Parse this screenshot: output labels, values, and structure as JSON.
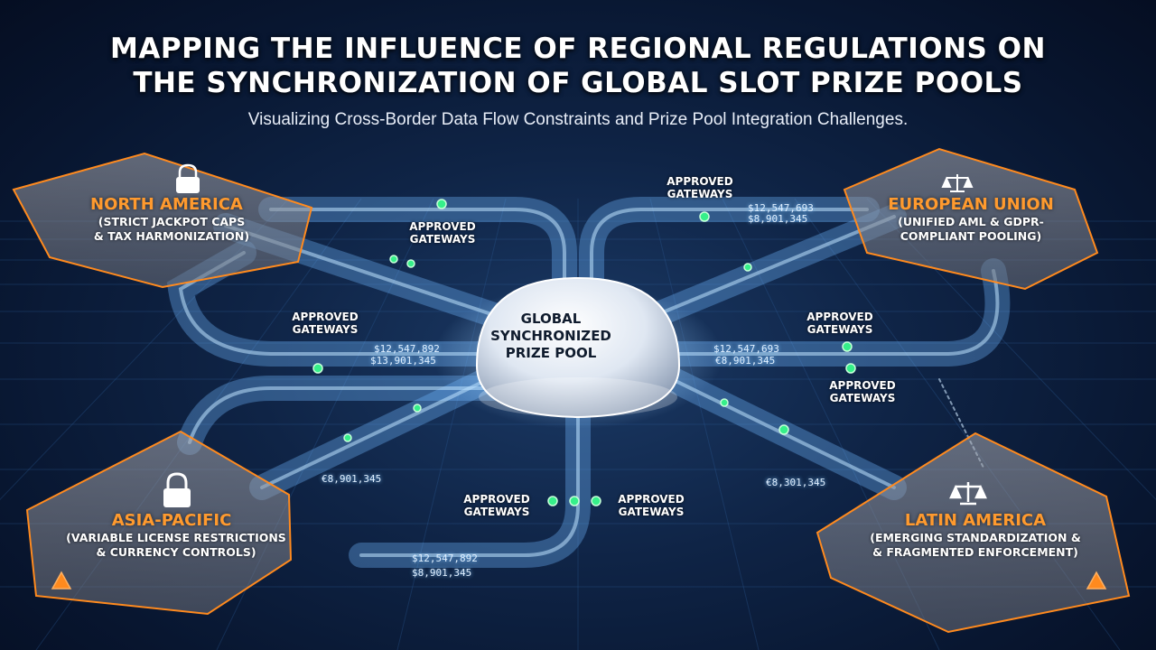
{
  "title_line1": "MAPPING THE INFLUENCE OF REGIONAL REGULATIONS ON",
  "title_line2": "THE SYNCHRONIZATION OF GLOBAL SLOT PRIZE POOLS",
  "subtitle": "Visualizing Cross-Border Data Flow Constraints and Prize Pool Integration Challenges.",
  "hub": {
    "line1": "GLOBAL",
    "line2": "SYNCHRONIZED",
    "line3": "PRIZE POOL"
  },
  "regions": {
    "north_america": {
      "name": "NORTH AMERICA",
      "desc1": "(STRICT JACKPOT CAPS",
      "desc2": "& TAX HARMONIZATION)",
      "icon": "lock-icon"
    },
    "european_union": {
      "name": "EUROPEAN UNION",
      "desc1": "(UNIFIED AML & GDPR-",
      "desc2": "COMPLIANT POOLING)",
      "icon": "scales-icon"
    },
    "asia_pacific": {
      "name": "ASIA-PACIFIC",
      "desc1": "(VARIABLE LICENSE RESTRICTIONS",
      "desc2": "& CURRENCY CONTROLS)",
      "icon": "lock-icon"
    },
    "latin_america": {
      "name": "LATIN AMERICA",
      "desc1": "(EMERGING STANDARDIZATION &",
      "desc2": "& FRAGMENTED ENFORCEMENT)",
      "icon": "scales-icon"
    }
  },
  "gateway": {
    "line1": "APPROVED",
    "line2": "GATEWAYS"
  },
  "streams": {
    "a": "$12,547,892",
    "b": "$13,901,345",
    "c": "$12,547,693",
    "d": "$8,901,345",
    "e": "€8,901,345",
    "f": "€8,301,345"
  },
  "colors": {
    "accent": "#ff9a2e",
    "flow": "#5fb4ff",
    "node": "#36f08a",
    "warning": "#ff8a1e"
  }
}
